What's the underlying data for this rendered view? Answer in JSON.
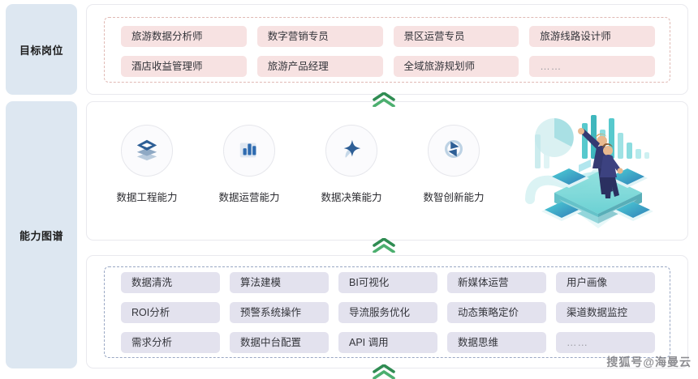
{
  "sections": [
    {
      "id": "target",
      "label": "目标岗位"
    },
    {
      "id": "ability",
      "label": "能力图谱"
    }
  ],
  "target_positions": {
    "tags": [
      "旅游数据分析师",
      "数字营销专员",
      "景区运营专员",
      "旅游线路设计师",
      "酒店收益管理师",
      "旅游产品经理",
      "全域旅游规划师",
      "……"
    ]
  },
  "capabilities": {
    "items": [
      {
        "label": "数据工程能力",
        "icon": "layers-stack-icon"
      },
      {
        "label": "数据运营能力",
        "icon": "bar-chart-icon"
      },
      {
        "label": "数据决策能力",
        "icon": "four-point-star-icon"
      },
      {
        "label": "数智创新能力",
        "icon": "dual-arrow-cycle-icon"
      }
    ],
    "illustration": "isometric-data-platform-illustration"
  },
  "skills": {
    "tags": [
      "数据清洗",
      "算法建模",
      "BI可视化",
      "新媒体运营",
      "用户画像",
      "ROI分析",
      "预警系统操作",
      "导流服务优化",
      "动态策略定价",
      "渠道数据监控",
      "需求分析",
      "数据中台配置",
      "API 调用",
      "数据思维",
      "……"
    ]
  },
  "connectors": [
    {
      "name": "chevron-up-1",
      "color": "#3f9a5f"
    },
    {
      "name": "chevron-up-2",
      "color": "#3f9a5f"
    },
    {
      "name": "chevron-up-3",
      "color": "#3f9a5f"
    }
  ],
  "watermark": {
    "text": "搜狐号@海曼云"
  },
  "colors": {
    "side_label_bg": "#dde7f1",
    "job_tag_bg": "#f7e2e2",
    "skill_tag_bg": "#e3e2ee",
    "job_dash_border": "#e0b9b4",
    "skill_dash_border": "#9aa8c4",
    "icon_blue": "#2e6bb0",
    "chevron_green": "#3f9a5f"
  }
}
